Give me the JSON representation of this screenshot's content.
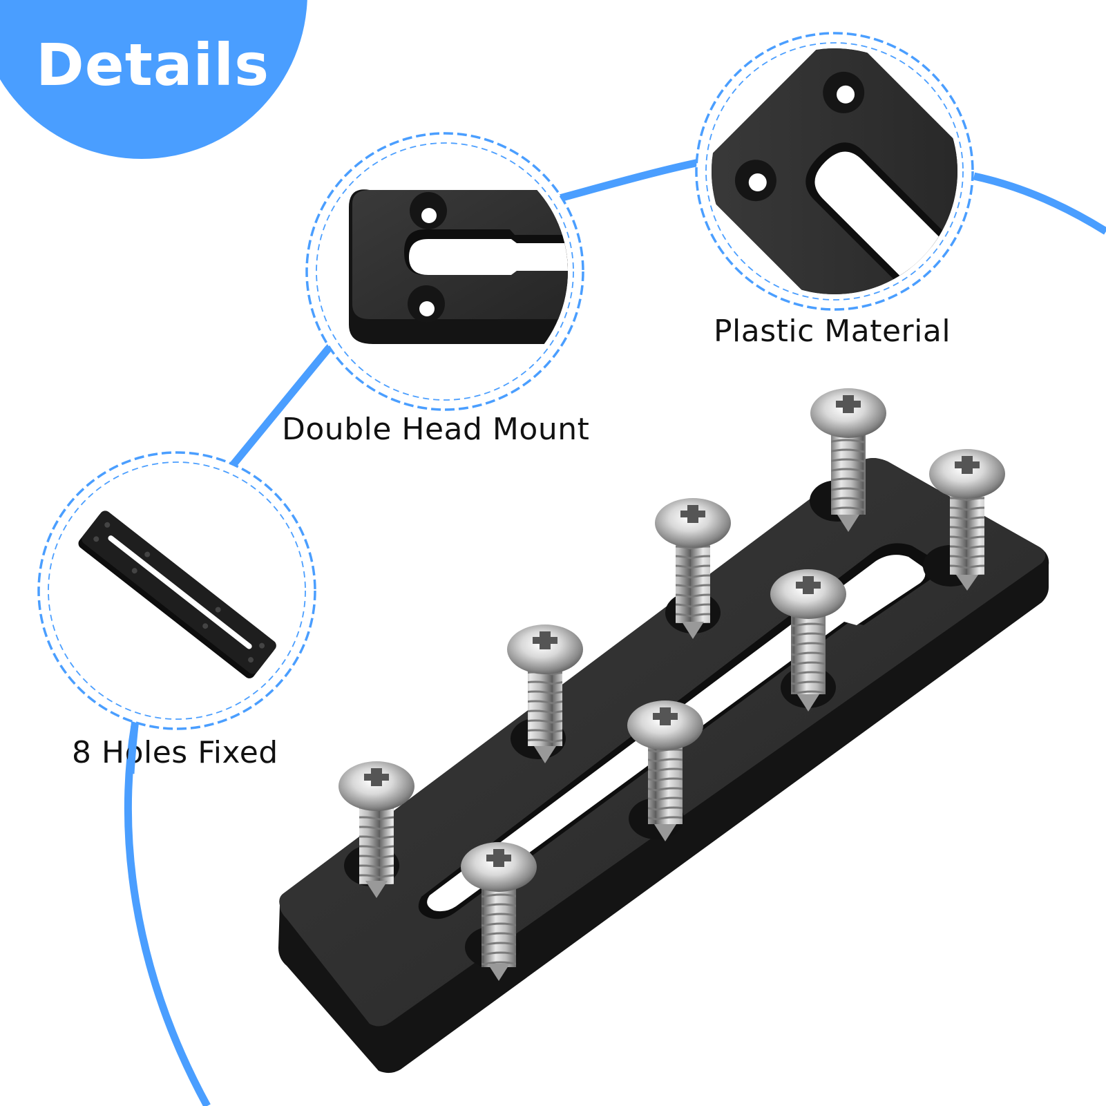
{
  "badge": {
    "title": "Details",
    "color": "#4a9eff"
  },
  "accent_color": "#4a9eff",
  "callouts": [
    {
      "label": "Double Head Mount",
      "icon": "double-head-mount-closeup"
    },
    {
      "label": "Plastic Material",
      "icon": "plastic-material-closeup"
    },
    {
      "label": "8 Holes Fixed",
      "icon": "eight-holes-plate-closeup"
    }
  ],
  "product": {
    "description": "Black plastic slotted mounting plate with 8 stainless steel Phillips pan-head screws",
    "plate_color": "#2a2a2a",
    "screw_count": 8
  }
}
